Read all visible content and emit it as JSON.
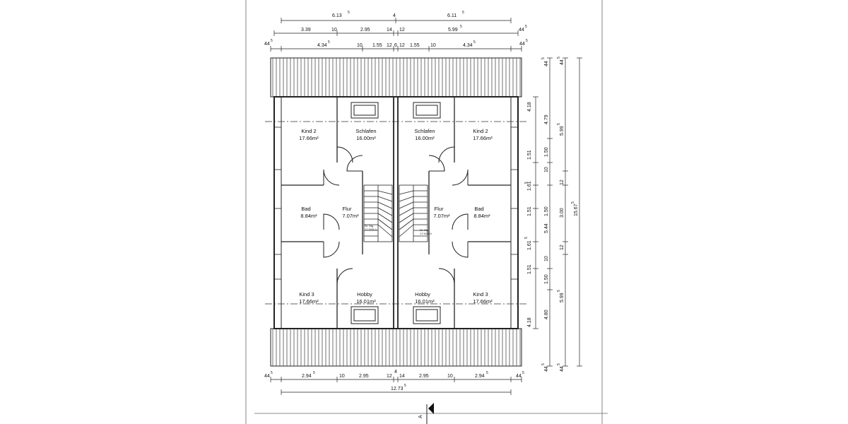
{
  "dimensions": {
    "top_row1": [
      "6.13",
      "4",
      "6.11"
    ],
    "top_row1_sup": [
      "5",
      "5"
    ],
    "top_row2": [
      "3.39",
      "10",
      "2.95",
      "14",
      "12",
      "5.99"
    ],
    "top_row2_sup": [
      "5",
      "5"
    ],
    "top_row3": [
      "44",
      "4.34",
      "10",
      "1.55",
      "12",
      "6",
      "12",
      "1.55",
      "10",
      "4.34",
      "44"
    ],
    "top_row3_sup": [
      "5",
      "5",
      "5",
      "5"
    ],
    "bottom_row1": [
      "44",
      "2.94",
      "10",
      "2.95",
      "12",
      "4",
      "14",
      "2.95",
      "10",
      "2.94",
      "44"
    ],
    "bottom_row1_sup": [
      "5",
      "5",
      "5",
      "5"
    ],
    "bottom_total": "12.73",
    "bottom_total_sup": "5",
    "right_col1": [
      "4.18",
      "1.51",
      "1.61",
      "1.51",
      "1.61",
      "1.51",
      "4.18"
    ],
    "right_col1_sup": [
      "5",
      "5"
    ],
    "right_col2": [
      "4.79",
      "1.50",
      "10",
      "5.44",
      "1.50",
      "10",
      "1.50",
      "4.80"
    ],
    "right_col3": [
      "44",
      "5.99",
      "12",
      "3.00",
      "12",
      "5.99",
      "44"
    ],
    "right_col3_sup": [
      "5",
      "5",
      "5",
      "5"
    ],
    "right_total": "15.67",
    "right_total_sup": "5",
    "right_bottom": [
      "44",
      "44"
    ],
    "right_bottom_sup": [
      "5",
      "5"
    ]
  },
  "rooms": {
    "kind2_left": {
      "name": "Kind 2",
      "area": "17.66m²"
    },
    "schlafen_left": {
      "name": "Schlafen",
      "area": "16.00m²"
    },
    "schlafen_right": {
      "name": "Schlafen",
      "area": "16.00m²"
    },
    "kind2_right": {
      "name": "Kind 2",
      "area": "17.66m²"
    },
    "bad_left": {
      "name": "Bad",
      "area": "8.84m²"
    },
    "flur_left": {
      "name": "Flur",
      "area": "7.07m²"
    },
    "flur_right": {
      "name": "Flur",
      "area": "7.07m²"
    },
    "bad_right": {
      "name": "Bad",
      "area": "8.84m²"
    },
    "kind3_left": {
      "name": "Kind 3",
      "area": "17.66m²"
    },
    "hobby_left": {
      "name": "Hobby",
      "area": "16.01m²"
    },
    "hobby_right": {
      "name": "Hobby",
      "area": "16.01m²"
    },
    "kind3_right": {
      "name": "Kind 3",
      "area": "17.66m²"
    }
  },
  "stair_notes": {
    "left": [
      "St. Stg.",
      "17.9/26.0"
    ],
    "right": [
      "St. Stg.",
      "17.9/26.0"
    ]
  },
  "section_marker": "A"
}
